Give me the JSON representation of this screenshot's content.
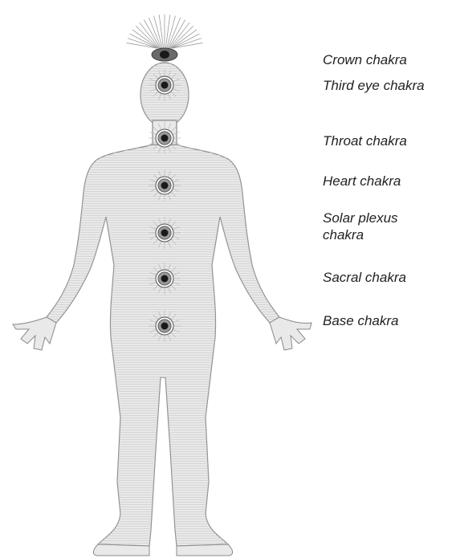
{
  "diagram": {
    "colors": {
      "body_fill": "#e9e9e9",
      "body_outline": "#8a8a8a",
      "chakra_center": "#1a1a1a",
      "chakra_ring": "#6a6a6a",
      "crown_rays": "#9a9a9a"
    },
    "chakras": [
      {
        "label": "Crown chakra"
      },
      {
        "label": "Third eye chakra"
      },
      {
        "label": "Throat chakra"
      },
      {
        "label": "Heart chakra"
      },
      {
        "label": "Solar plexus\nchakra"
      },
      {
        "label": "Sacral chakra"
      },
      {
        "label": "Base chakra"
      }
    ]
  }
}
